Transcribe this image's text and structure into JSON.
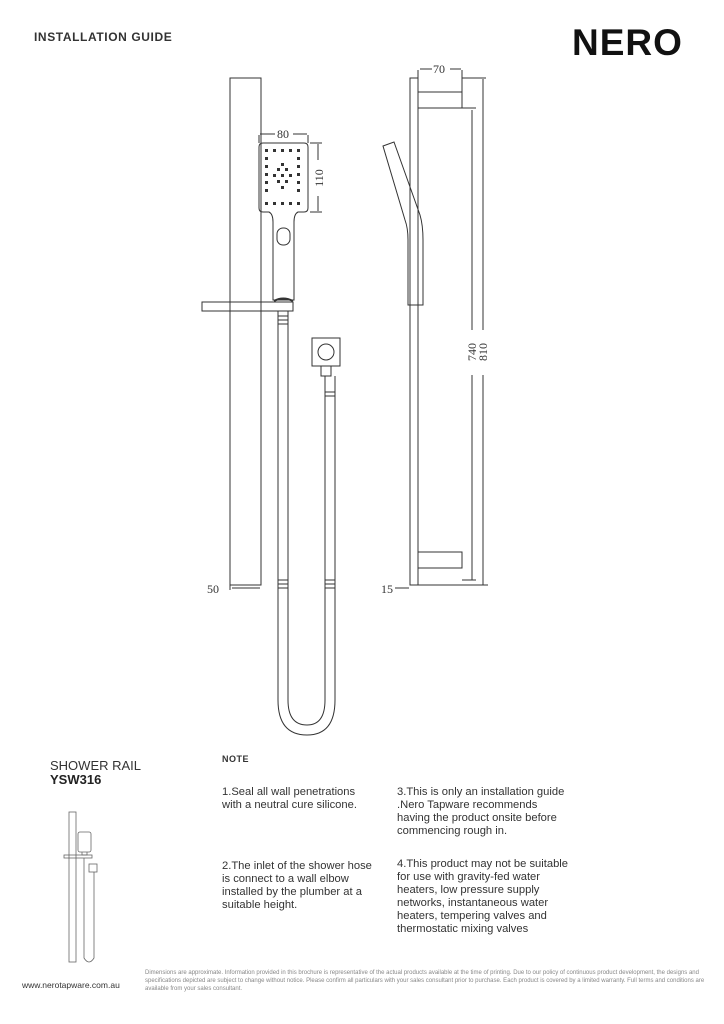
{
  "header": {
    "guide_title": "INSTALLATION GUIDE",
    "brand": "NERO"
  },
  "drawing": {
    "dims": {
      "head_width": "80",
      "head_height": "110",
      "rail_width": "50",
      "bracket_depth": "70",
      "rail_offset": "15",
      "centres": "740",
      "overall": "810"
    }
  },
  "product": {
    "name": "SHOWER RAIL",
    "code": "YSW316"
  },
  "notes": {
    "heading": "NOTE",
    "items": [
      "1.Seal all wall penetrations with a neutral cure silicone.",
      "2.The inlet of the shower hose is connect to a wall elbow installed by the plumber at a suitable height.",
      "3.This is only an installation guide .Nero Tapware recommends having the product onsite before commencing rough in.",
      "4.This product may not be suitable for use with gravity-fed water heaters, low pressure supply networks, instantaneous water heaters, tempering valves and thermostatic mixing valves"
    ]
  },
  "footer": {
    "website": "www.nerotapware.com.au",
    "disclaimer": "Dimensions are approximate. Information provided in this brochure is representative of the actual products available at the time of printing. Due to our policy of continuous product development, the designs and specifications depicted are subject to change without notice. Please confirm all particulars with your sales consultant prior to purchase. Each product is covered by a limited warranty. Full terms and conditions are available from your sales consultant."
  }
}
